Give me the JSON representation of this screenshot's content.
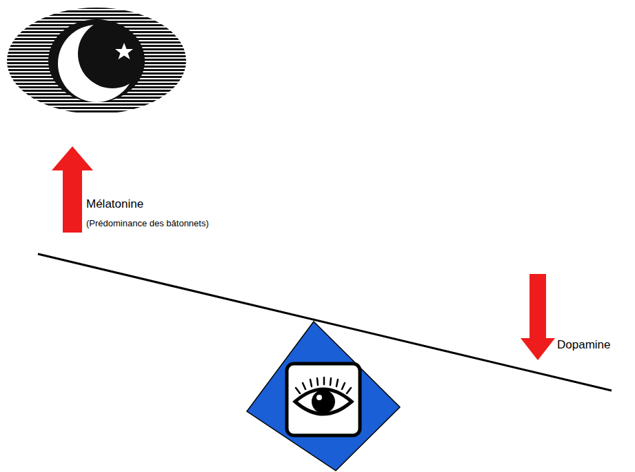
{
  "diagram": {
    "labels": [
      "Mélatonine",
      "(Prédominance des bâtonnets)",
      "Dopamine"
    ]
  }
}
